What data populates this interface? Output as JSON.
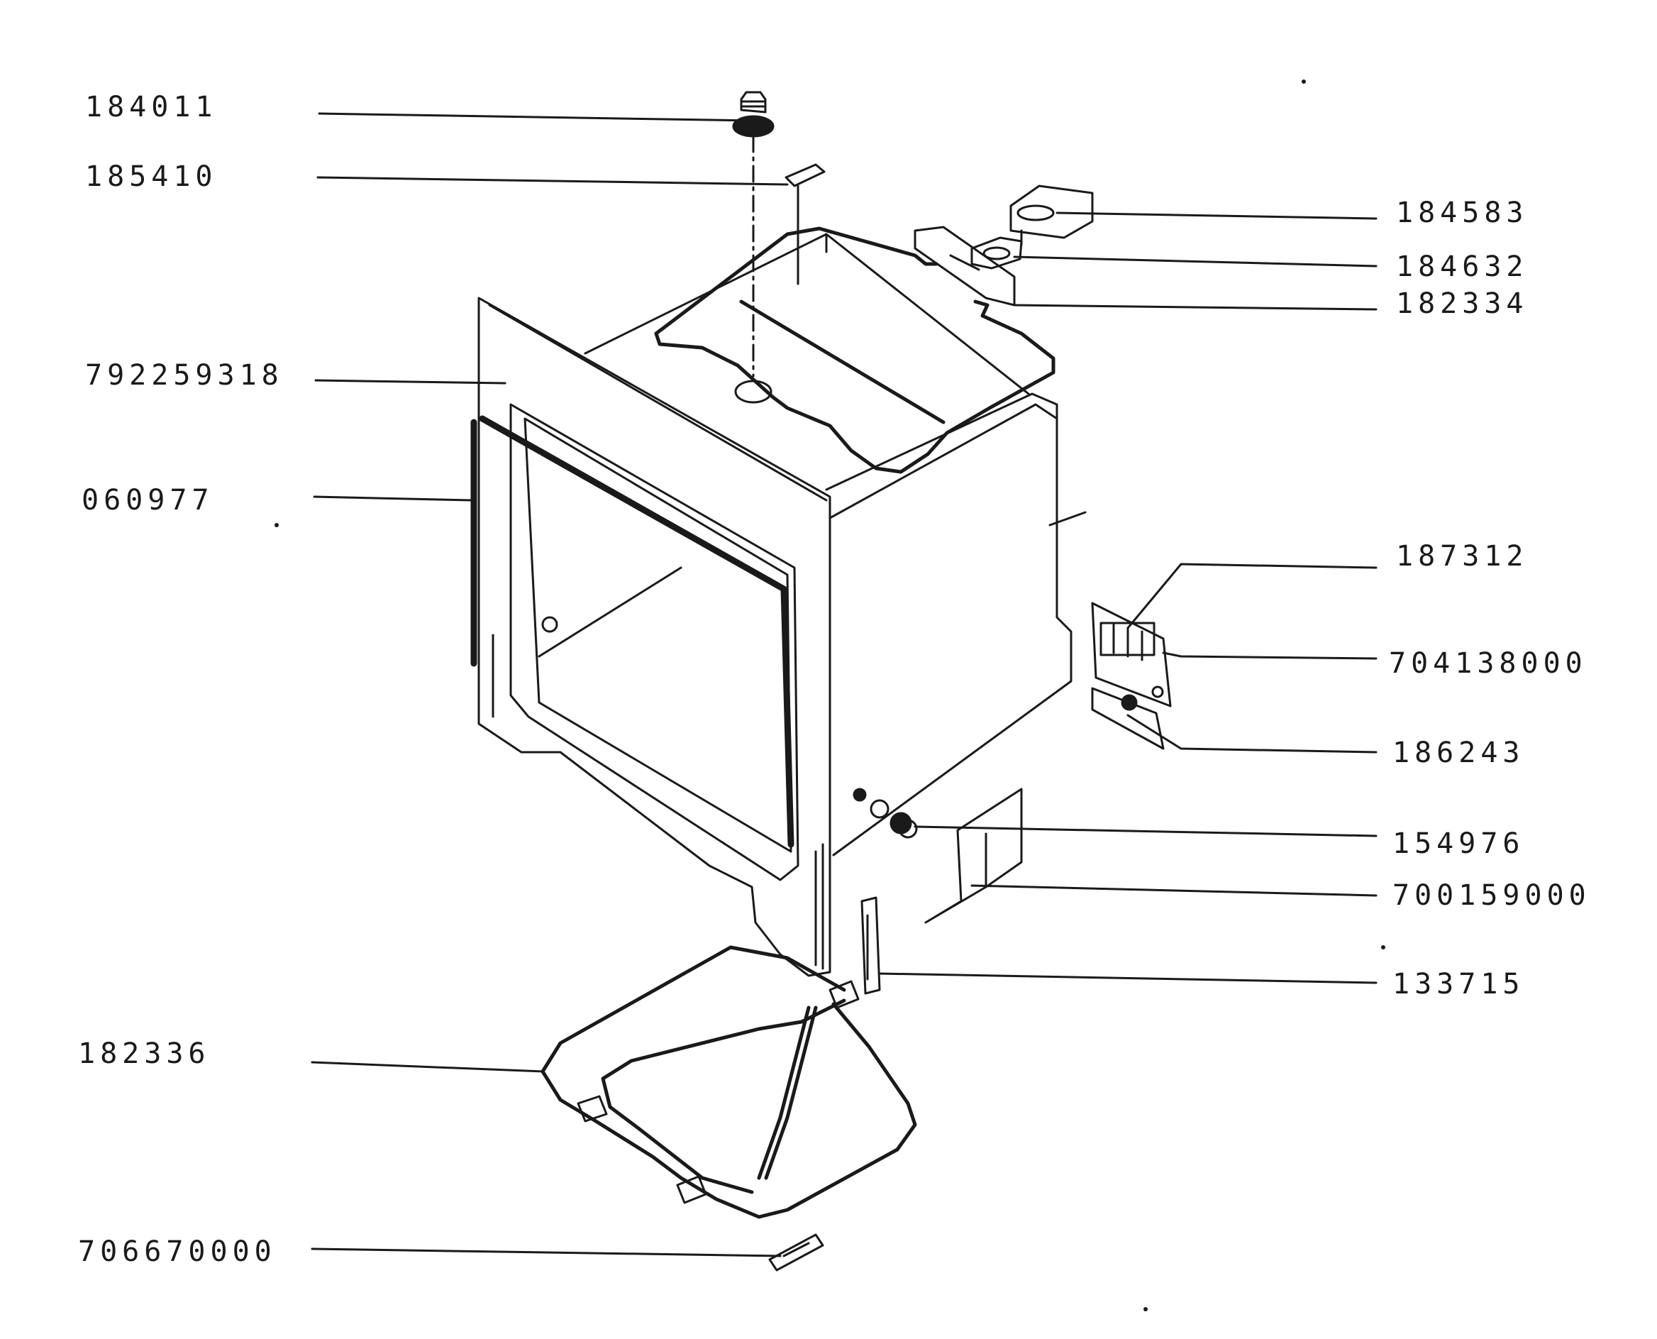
{
  "diagram": {
    "labels": {
      "p184011": "184011",
      "p185410": "185410",
      "p792259318": "792259318",
      "p060977": "060977",
      "p182336": "182336",
      "p706670000": "706670000",
      "p184583": "184583",
      "p184632": "184632",
      "p182334": "182334",
      "p187312": "187312",
      "p704138000": "704138000",
      "p186243": "186243",
      "p154976": "154976",
      "p700159000": "700159000",
      "p133715": "133715"
    }
  }
}
